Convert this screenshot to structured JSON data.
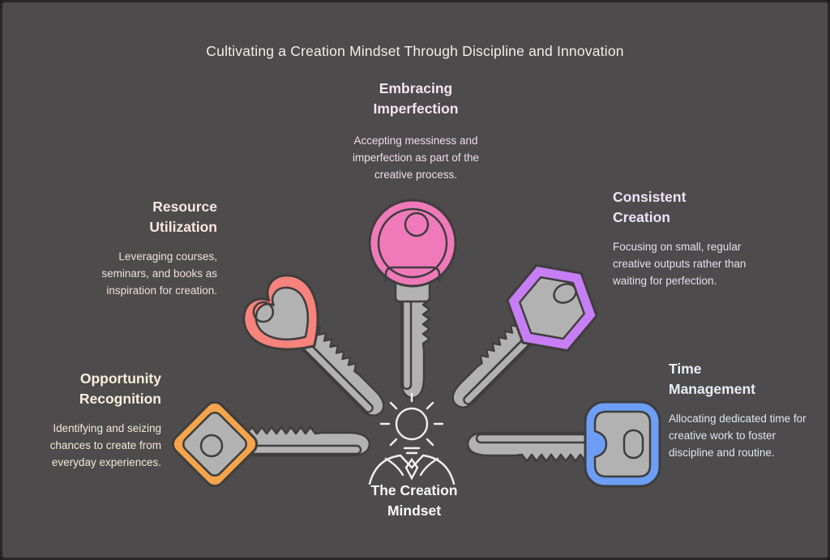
{
  "title": "Cultivating a Creation Mindset Through Discipline and Innovation",
  "center": {
    "label": "The Creation Mindset",
    "icon": "person-idea-lightbulb-icon"
  },
  "colors": {
    "background": "#4d4b4b",
    "frame_border": "#292828",
    "key_metal": "#b3b2b2",
    "key_outline": "#3f3d3d",
    "icon_stroke": "#f2efef",
    "pink": "#f07ab9",
    "coral": "#f8837c",
    "purple": "#c77ef5",
    "orange": "#f3a44c",
    "blue": "#6c9ef5"
  },
  "sections": [
    {
      "id": "embracing-imperfection",
      "position": "top",
      "heading": "Embracing Imperfection",
      "body": "Accepting messiness and imperfection as part of the creative process.",
      "key_color": "#f07ab9",
      "key_shape": "round-bottle-opener-key",
      "text_color": "#f8e3f0"
    },
    {
      "id": "resource-utilization",
      "position": "upper-left",
      "heading": "Resource Utilization",
      "body": "Leveraging courses, seminars, and books as inspiration for creation.",
      "key_color": "#f8837c",
      "key_shape": "clover-heart-key",
      "text_color": "#f9e6e3"
    },
    {
      "id": "consistent-creation",
      "position": "upper-right",
      "heading": "Consistent Creation",
      "body": "Focusing on small, regular creative outputs rather than waiting for perfection.",
      "key_color": "#c77ef5",
      "key_shape": "hexagon-key",
      "text_color": "#efe3f9"
    },
    {
      "id": "opportunity-recognition",
      "position": "lower-left",
      "heading": "Opportunity Recognition",
      "body": "Identifying and seizing chances to create from everyday experiences.",
      "key_color": "#f3a44c",
      "key_shape": "diamond-key",
      "text_color": "#faeedd"
    },
    {
      "id": "time-management",
      "position": "lower-right",
      "heading": "Time Management",
      "body": "Allocating dedicated time for creative work to foster discipline and routine.",
      "key_color": "#6c9ef5",
      "key_shape": "rounded-square-key",
      "text_color": "#e8edf8"
    }
  ]
}
